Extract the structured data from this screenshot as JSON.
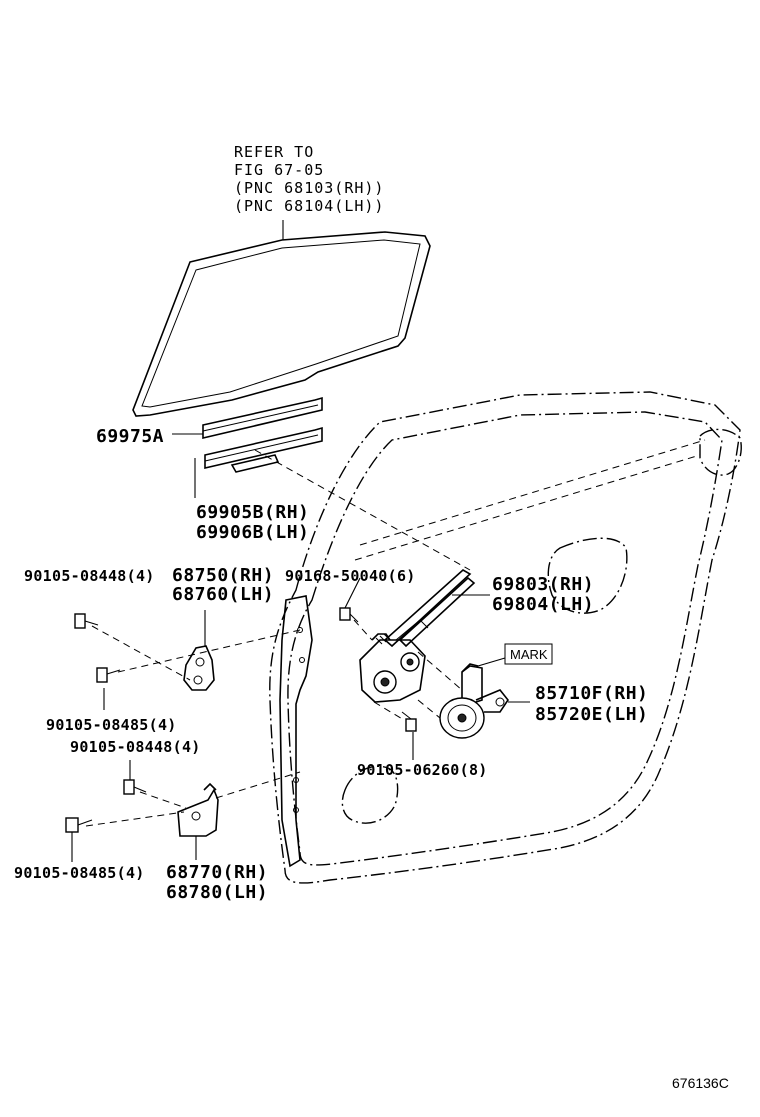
{
  "refer": {
    "line1": "REFER TO",
    "line2": "FIG 67-05",
    "line3": "(PNC 68103(RH))",
    "line4": "(PNC 68104(LH))"
  },
  "labels": {
    "seal_outer": "69975A",
    "run_rh": "69905B(RH)",
    "run_lh": "69906B(LH)",
    "bolt_upper_left": "90105-08448(4)",
    "hinge_upper_rh": "68750(RH)",
    "hinge_upper_lh": "68760(LH)",
    "bolt_regulator": "90168-50040(6)",
    "regulator_rh": "69803(RH)",
    "regulator_lh": "69804(LH)",
    "mark": "MARK",
    "motor_rh": "85710F(RH)",
    "motor_lh": "85720E(LH)",
    "bolt_upper_left_lower": "90105-08485(4)",
    "bolt_lower_left": "90105-08448(4)",
    "bolt_motor": "90105-06260(8)",
    "bolt_bottom_left": "90105-08485(4)",
    "hinge_lower_rh": "68770(RH)",
    "hinge_lower_lh": "68780(LH)"
  },
  "diagram_code": "676136C"
}
